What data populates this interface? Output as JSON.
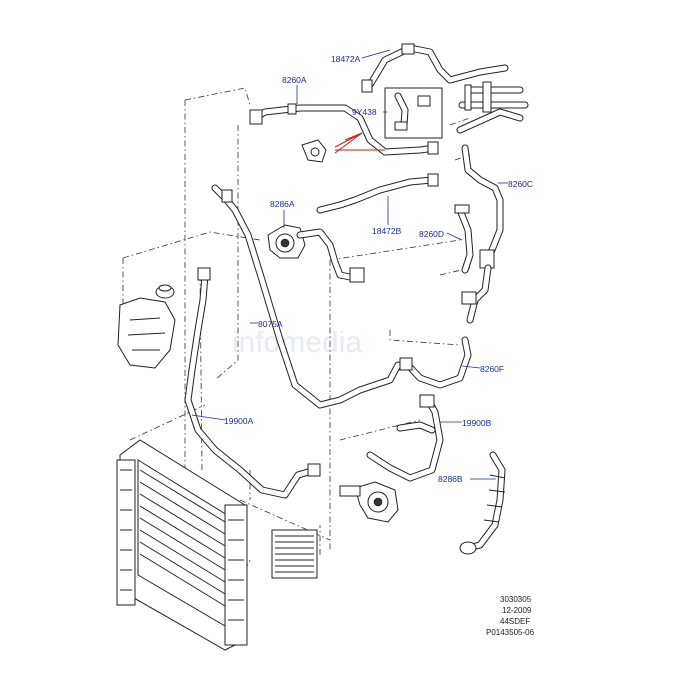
{
  "diagram": {
    "watermark": "infomedia",
    "callouts": [
      {
        "id": "c1",
        "label": "18472A"
      },
      {
        "id": "c2",
        "label": "8260A"
      },
      {
        "id": "c3",
        "label": "9Y438"
      },
      {
        "id": "c4",
        "label": "8260C"
      },
      {
        "id": "c5",
        "label": "8286A"
      },
      {
        "id": "c6",
        "label": "18472B"
      },
      {
        "id": "c7",
        "label": "8260D"
      },
      {
        "id": "c8",
        "label": "8075A"
      },
      {
        "id": "c9",
        "label": "8260F"
      },
      {
        "id": "c10",
        "label": "19900A"
      },
      {
        "id": "c11",
        "label": "19900B"
      },
      {
        "id": "c12",
        "label": "8286B"
      }
    ],
    "reference_block": [
      "3030305",
      "12-2009",
      "44SDEF",
      "P0143505-06"
    ]
  }
}
